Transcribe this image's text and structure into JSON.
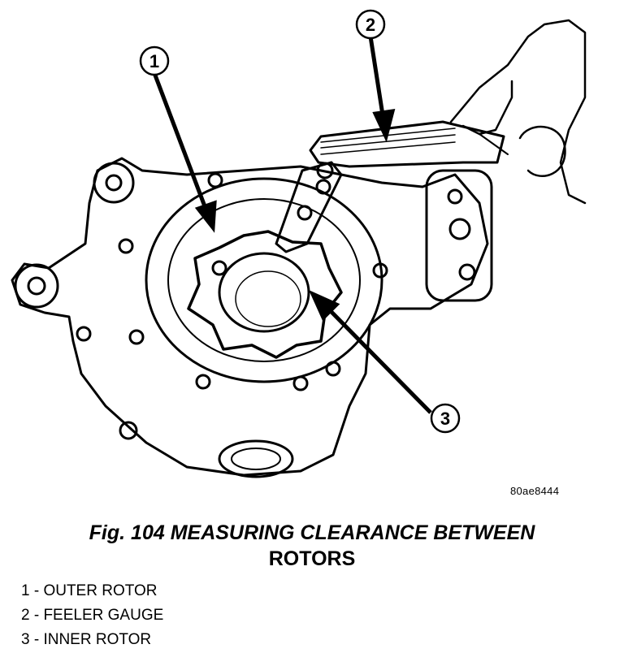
{
  "figure": {
    "image_code": "80ae8444",
    "callouts": [
      "1",
      "2",
      "3"
    ]
  },
  "caption": {
    "line1": "Fig. 104 MEASURING CLEARANCE BETWEEN",
    "line2": "ROTORS"
  },
  "legend": [
    "1 - OUTER ROTOR",
    "2 - FEELER GAUGE",
    "3 - INNER ROTOR"
  ]
}
